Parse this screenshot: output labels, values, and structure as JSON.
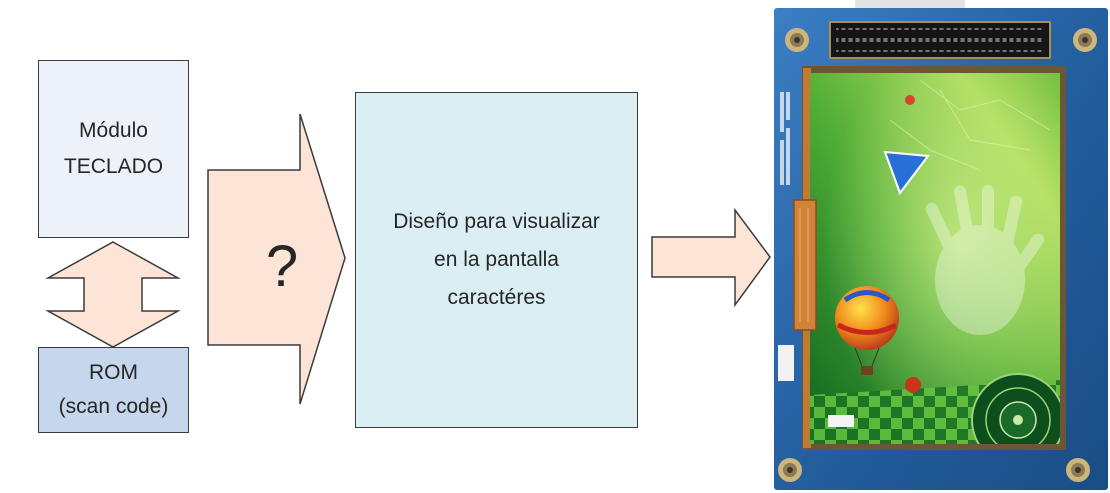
{
  "keyboard_module": {
    "line1": "Módulo",
    "line2": "TECLADO"
  },
  "rom": {
    "line1": "ROM",
    "line2": "(scan code)"
  },
  "unknown_stage": {
    "label": "?"
  },
  "display_design": {
    "line1": "Diseño para visualizar",
    "line2": "en la pantalla",
    "line3": "caractéres"
  },
  "display": {
    "icon": "lcd-display-board-image"
  },
  "colors": {
    "keyboard_fill": "#edf1f9",
    "rom_fill": "#c5d6ed",
    "design_fill": "#dbeef4",
    "arrow_fill": "#fce4d6",
    "outline": "#3b3b3b",
    "text": "#262626"
  }
}
